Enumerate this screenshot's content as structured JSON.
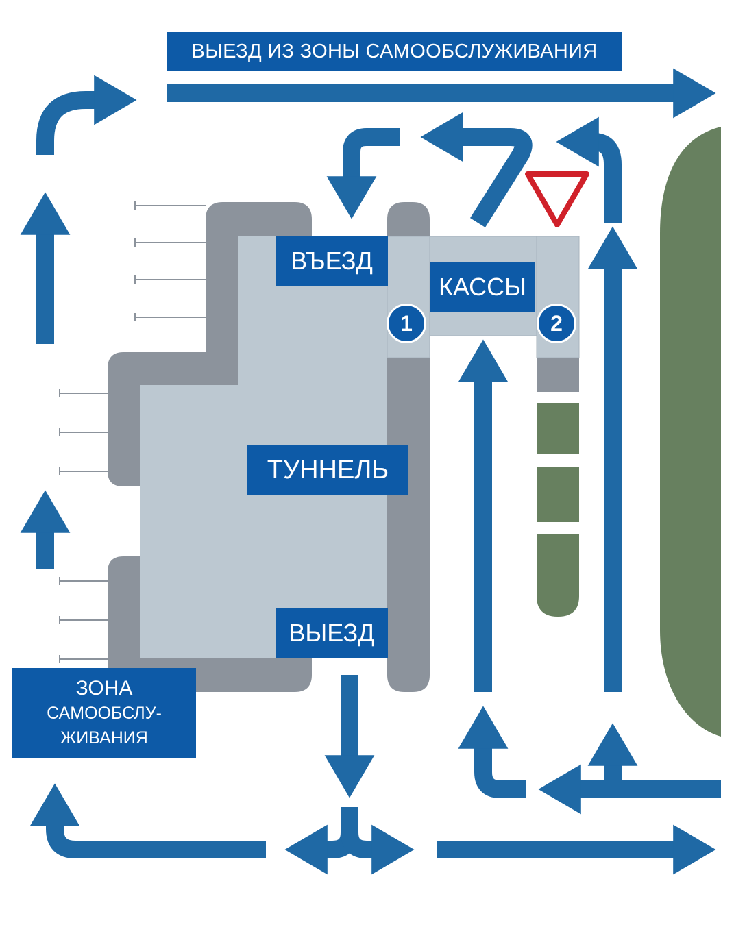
{
  "labels": {
    "exit_self_service": "ВЫЕЗД ИЗ ЗОНЫ САМООБСЛУЖИВАНИЯ",
    "entry": "ВЪЕЗД",
    "cash_desks": "КАССЫ",
    "tunnel": "ТУННЕЛЬ",
    "exit": "ВЫЕЗД",
    "self_service_zone_lines": [
      "ЗОНА",
      "САМООБСЛУ-",
      "ЖИВАНИЯ"
    ]
  },
  "cash_desk_numbers": [
    "1",
    "2"
  ],
  "colors": {
    "label_blue": "#0d5aa7",
    "arrow_blue": "#1f69a5",
    "building_dark": "#8c939c",
    "building_light": "#bcc8d1",
    "green": "#67805f",
    "yield_red": "#d0212a"
  }
}
